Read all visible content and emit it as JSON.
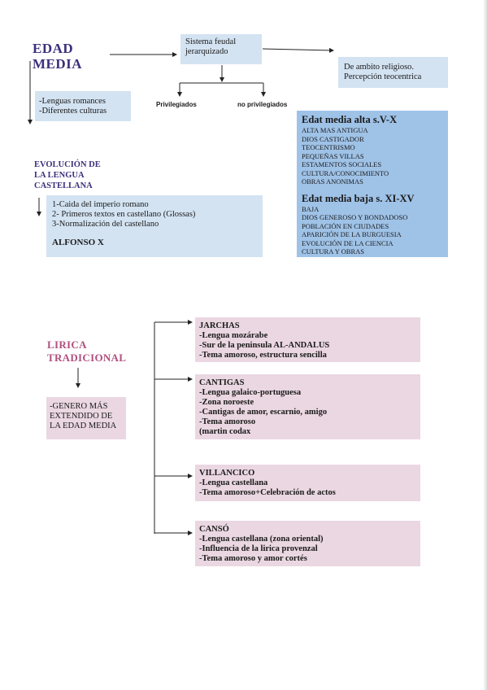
{
  "colors": {
    "blue": "#d3e3f2",
    "blue_dark": "#9fc2e7",
    "pink": "#ead7e1",
    "title_purple": "#3b2f7a",
    "lirica_pink": "#b0507f"
  },
  "edad_media": {
    "title_line1": "EDAD",
    "title_line2": "MEDIA",
    "sistema_line1": "Sistema feudal",
    "sistema_line2": "jerarquizado",
    "religioso_line1": "De ambito religioso.",
    "religioso_line2": "Percepción teocentrica",
    "lenguas_line1": "-Lenguas romances",
    "lenguas_line2": "-Diferentes culturas",
    "privilegiados": "Privilegiados",
    "no_privilegiados": "no privilegiados",
    "alta": {
      "heading": "Edat media alta s.V-X",
      "items": [
        "ALTA MAS ANTIGUA",
        "DIOS CASTIGADOR",
        "TEOCENTRISMO",
        "PEQUEÑAS  VILLAS",
        "ESTAMENTOS SOCIALES",
        "CULTURA/CONOCIMIENTO",
        "OBRAS ANONIMAS"
      ]
    },
    "baja": {
      "heading": "Edat media baja s. XI-XV",
      "items": [
        "BAJA",
        "DIOS GENEROSO Y BONDADOSO",
        "POBLACIÓN EN CIUDADES",
        "APARICIÓN DE LA BURGUESIA",
        "EVOLUCIÓN DE LA CIENCIA",
        "CULTURA Y OBRAS"
      ]
    },
    "evolucion_line1": "EVOLUCIÓN DE",
    "evolucion_line2": "LA LENGUA",
    "evolucion_line3": "CASTELLANA",
    "evolucion_items": [
      "1-Caida del imperio romano",
      "2- Primeros textos en castellano (Glossas)",
      "3-Normalización del castellano"
    ],
    "alfonso": "ALFONSO X"
  },
  "lirica": {
    "title_line1": "LIRICA",
    "title_line2": "TRADICIONAL",
    "genero_line1": "-GENERO MÁS",
    "genero_line2": "EXTENDIDO DE",
    "genero_line3": "LA EDAD MEDIA",
    "jarchas": {
      "title": "JARCHAS",
      "items": [
        "-Lengua mozárabe",
        "-Sur de la peninsula AL-ANDALUS",
        "-Tema amoroso, estructura sencilla"
      ]
    },
    "cantigas": {
      "title": "CANTIGAS",
      "items": [
        "-Lengua galaico-portuguesa",
        "-Zona noroeste",
        "-Cantigas de amor, escarnio, amigo",
        "-Tema amoroso",
        "(martin codax"
      ]
    },
    "villancico": {
      "title": "VILLANCICO",
      "items": [
        "-Lengua castellana",
        "-Tema amoroso+Celebración de actos"
      ]
    },
    "canso": {
      "title": "CANSÓ",
      "items": [
        "-Lengua castellana (zona oriental)",
        "-Influencia de la lirica provenzal",
        "-Tema amoroso y amor cortés"
      ]
    }
  }
}
